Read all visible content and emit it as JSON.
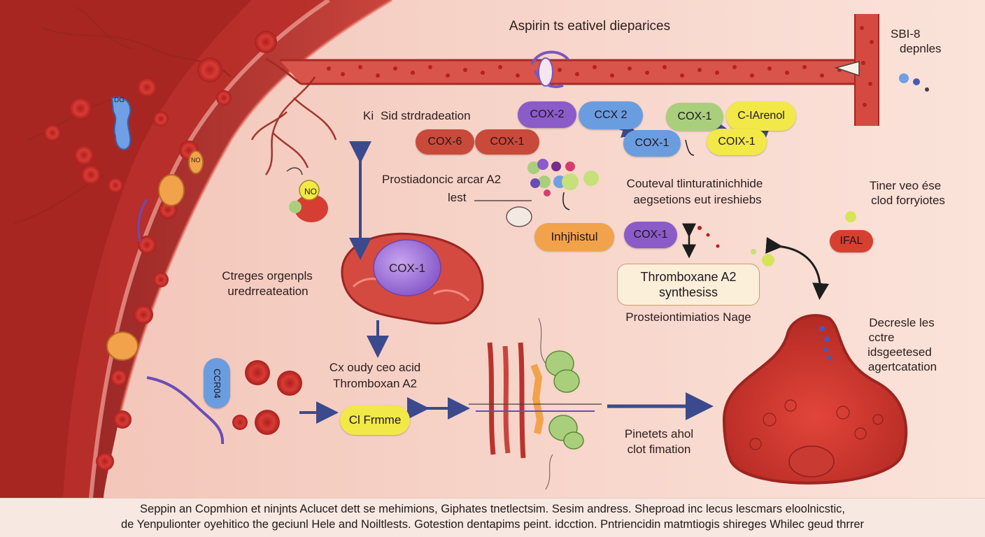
{
  "title": "Aspirin ts eativel dieparices",
  "top_right": [
    "SBI-8",
    "depnles"
  ],
  "enzymes": {
    "cox6": "COX-6",
    "cox1_red": "COX-1",
    "cox2_purple": "COX-2",
    "cox2_blue": "CCX 2",
    "cox1_blue": "COX-1",
    "cox1_green": "COX-1",
    "c_arenol": "C-IArenol",
    "cox1_yellow": "COIX-1",
    "cox1_cell": "COX-1",
    "cox1_mid": "COX-1",
    "inhjhistul": "Inhjhistul",
    "cl_frmme": "Cl Frmme",
    "ifal": "IFAL",
    "ccr04": "CCR04",
    "no_label": "NO",
    "dg": "DG",
    "no_small": "NO"
  },
  "labels": {
    "sid": "Sid strdradeation",
    "sid_prefix": "Ki",
    "prostiadoncic": "Prostiadoncic arcar A2",
    "lest": "lest",
    "couteval_1": "Couteval tlinturatinichhide",
    "couteval_2": "aegsetions eut ireshiebs",
    "tiner_1": "Tiner veo ése",
    "tiner_2": "clod forryiotes",
    "ctreges_1": "Ctreges orgenpls",
    "ctreges_2": "uredrreateation",
    "thromboxane_box_1": "Thromboxane A2",
    "thromboxane_box_2": "synthesiss",
    "prosteion": "Prosteiontimiatios Nage",
    "cx_oudy_1": "Cx oudy ceo acid",
    "cx_oudy_2": "Thromboxan A2",
    "decresle_1": "Decresle les",
    "decresle_2": "cctre",
    "decresle_3": "idsgeetesed",
    "decresle_4": "agertcatation",
    "pinetets_1": "Pinetets ahol",
    "pinetets_2": "clot fimation"
  },
  "caption": {
    "line1": "Seppin an  Copmhion et ninjnts Aclucet dett se mehimions, Giphates  tnetlectsim. Sesim andress. Sheproad inc  lecus lescmars eloolnicstic,",
    "line2": "de Yenpulionter oyehitico the geciunl Hele and Noiltlests. Gotestion dentapims peint. idcction. Pntriencidin matmtiogis shireges Whilec geud thrrer"
  },
  "colors": {
    "vessel": "#b8332e",
    "background": "#f6d8d0",
    "purple": "#8b5bc8",
    "blue": "#6a9de0",
    "green": "#a9cf7d",
    "yellow": "#f2e848",
    "orange": "#f2a24a",
    "red_pill": "#c94a3a",
    "arrow": "#3b4a8c"
  }
}
